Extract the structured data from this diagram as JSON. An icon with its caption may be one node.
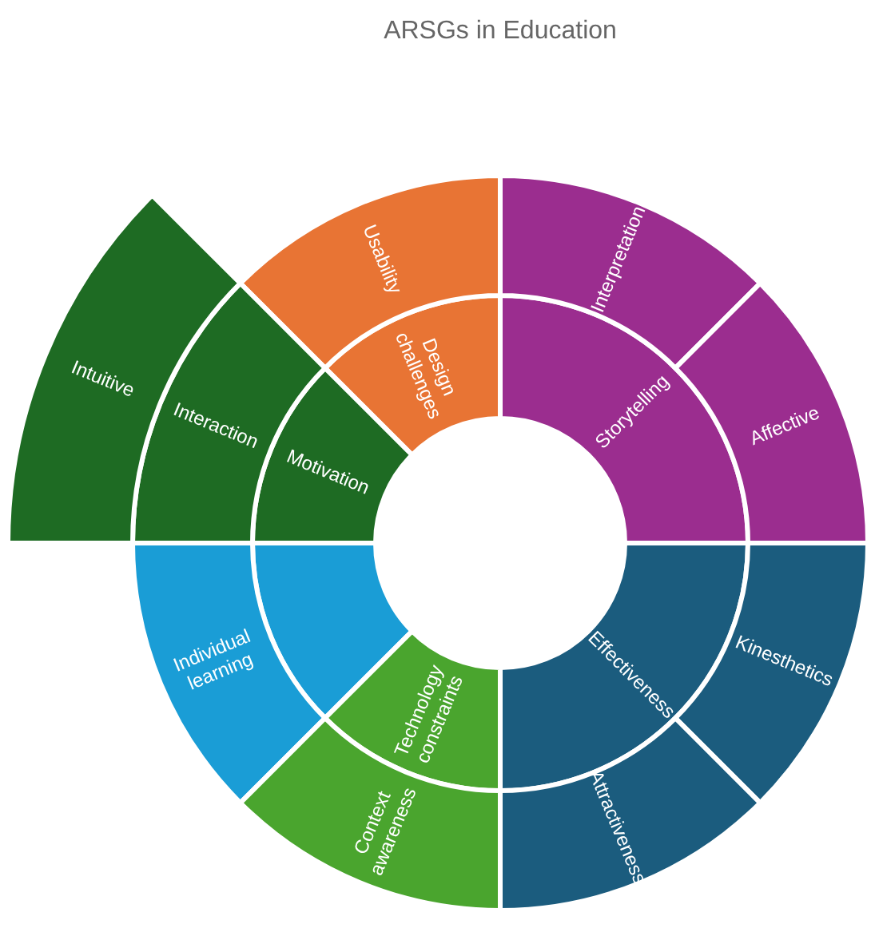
{
  "diagram": {
    "title": "ARSGs in Education",
    "nodes": [
      {
        "text": [
          "Design challenges"
        ]
      },
      {
        "text": [
          "Usability"
        ]
      },
      {
        "text": [
          "Storytelling"
        ]
      },
      {
        "text": [
          "Interpretation"
        ]
      },
      {
        "text": [
          "Affective"
        ]
      },
      {
        "text": [
          "Motivation"
        ]
      },
      {
        "text": [
          "Interaction"
        ]
      },
      {
        "text": [
          "Intuitive"
        ]
      },
      {
        "text": [
          "Effectiveness"
        ]
      },
      {
        "text": [
          "Kinesthetics"
        ]
      },
      {
        "text": [
          "Attractiveness"
        ]
      },
      {
        "text": [],
        "shape": "wedge"
      },
      {
        "text": [
          "Individual learning"
        ]
      },
      {
        "text": [
          "Technology constraints"
        ]
      },
      {
        "text": [
          "Context awareness"
        ]
      }
    ],
    "edges": []
  }
}
